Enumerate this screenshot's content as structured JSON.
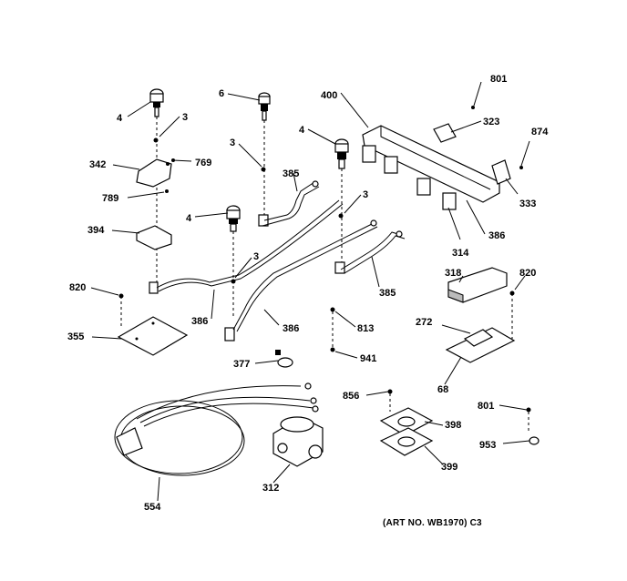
{
  "art_number": "(ART NO. WB1970) C3",
  "callouts": [
    "801",
    "400",
    "6",
    "4",
    "3",
    "323",
    "874",
    "769",
    "342",
    "385",
    "3",
    "4",
    "3",
    "789",
    "333",
    "394",
    "4",
    "386",
    "314",
    "3",
    "318",
    "820",
    "820",
    "385",
    "813",
    "272",
    "355",
    "386",
    "386",
    "941",
    "377",
    "856",
    "68",
    "801",
    "398",
    "953",
    "312",
    "554",
    "399"
  ]
}
